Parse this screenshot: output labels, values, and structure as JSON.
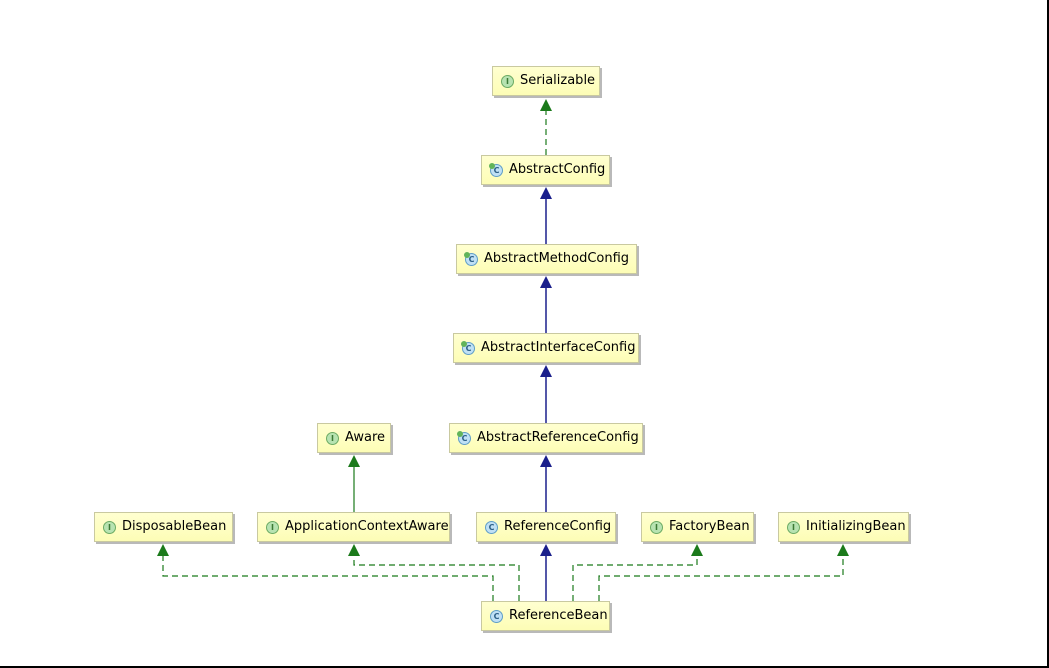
{
  "diagram": {
    "title": "",
    "colors": {
      "extends": "#1a1f8c",
      "implements": "#1b7a1b",
      "node_fill": "#ffffc8",
      "interface_icon": "#b7e3b1",
      "class_icon": "#bfe0f5"
    },
    "nodes": [
      {
        "id": "serializable",
        "label": "Serializable",
        "kind": "interface",
        "icon": "I",
        "icon_name": "interface-icon"
      },
      {
        "id": "abstract-config",
        "label": "AbstractConfig",
        "kind": "abstract",
        "icon": "C",
        "icon_name": "abstract-class-icon"
      },
      {
        "id": "abstract-method-config",
        "label": "AbstractMethodConfig",
        "kind": "abstract",
        "icon": "C",
        "icon_name": "abstract-class-icon"
      },
      {
        "id": "abstract-interface-config",
        "label": "AbstractInterfaceConfig",
        "kind": "abstract",
        "icon": "C",
        "icon_name": "abstract-class-icon"
      },
      {
        "id": "aware",
        "label": "Aware",
        "kind": "interface",
        "icon": "I",
        "icon_name": "interface-icon"
      },
      {
        "id": "abstract-reference-config",
        "label": "AbstractReferenceConfig",
        "kind": "abstract",
        "icon": "C",
        "icon_name": "abstract-class-icon"
      },
      {
        "id": "disposable-bean",
        "label": "DisposableBean",
        "kind": "interface",
        "icon": "I",
        "icon_name": "interface-icon"
      },
      {
        "id": "application-context-aware",
        "label": "ApplicationContextAware",
        "kind": "interface",
        "icon": "I",
        "icon_name": "interface-icon"
      },
      {
        "id": "reference-config",
        "label": "ReferenceConfig",
        "kind": "class",
        "icon": "C",
        "icon_name": "class-icon"
      },
      {
        "id": "factory-bean",
        "label": "FactoryBean",
        "kind": "interface",
        "icon": "I",
        "icon_name": "interface-icon"
      },
      {
        "id": "initializing-bean",
        "label": "InitializingBean",
        "kind": "interface",
        "icon": "I",
        "icon_name": "interface-icon"
      },
      {
        "id": "reference-bean",
        "label": "ReferenceBean",
        "kind": "class",
        "icon": "C",
        "icon_name": "class-icon"
      }
    ],
    "edges": [
      {
        "from": "abstract-config",
        "to": "serializable",
        "type": "implements"
      },
      {
        "from": "abstract-method-config",
        "to": "abstract-config",
        "type": "extends"
      },
      {
        "from": "abstract-interface-config",
        "to": "abstract-method-config",
        "type": "extends"
      },
      {
        "from": "abstract-reference-config",
        "to": "abstract-interface-config",
        "type": "extends"
      },
      {
        "from": "reference-config",
        "to": "abstract-reference-config",
        "type": "extends"
      },
      {
        "from": "application-context-aware",
        "to": "aware",
        "type": "extends-interface"
      },
      {
        "from": "reference-bean",
        "to": "reference-config",
        "type": "extends"
      },
      {
        "from": "reference-bean",
        "to": "disposable-bean",
        "type": "implements"
      },
      {
        "from": "reference-bean",
        "to": "application-context-aware",
        "type": "implements"
      },
      {
        "from": "reference-bean",
        "to": "factory-bean",
        "type": "implements"
      },
      {
        "from": "reference-bean",
        "to": "initializing-bean",
        "type": "implements"
      }
    ]
  }
}
